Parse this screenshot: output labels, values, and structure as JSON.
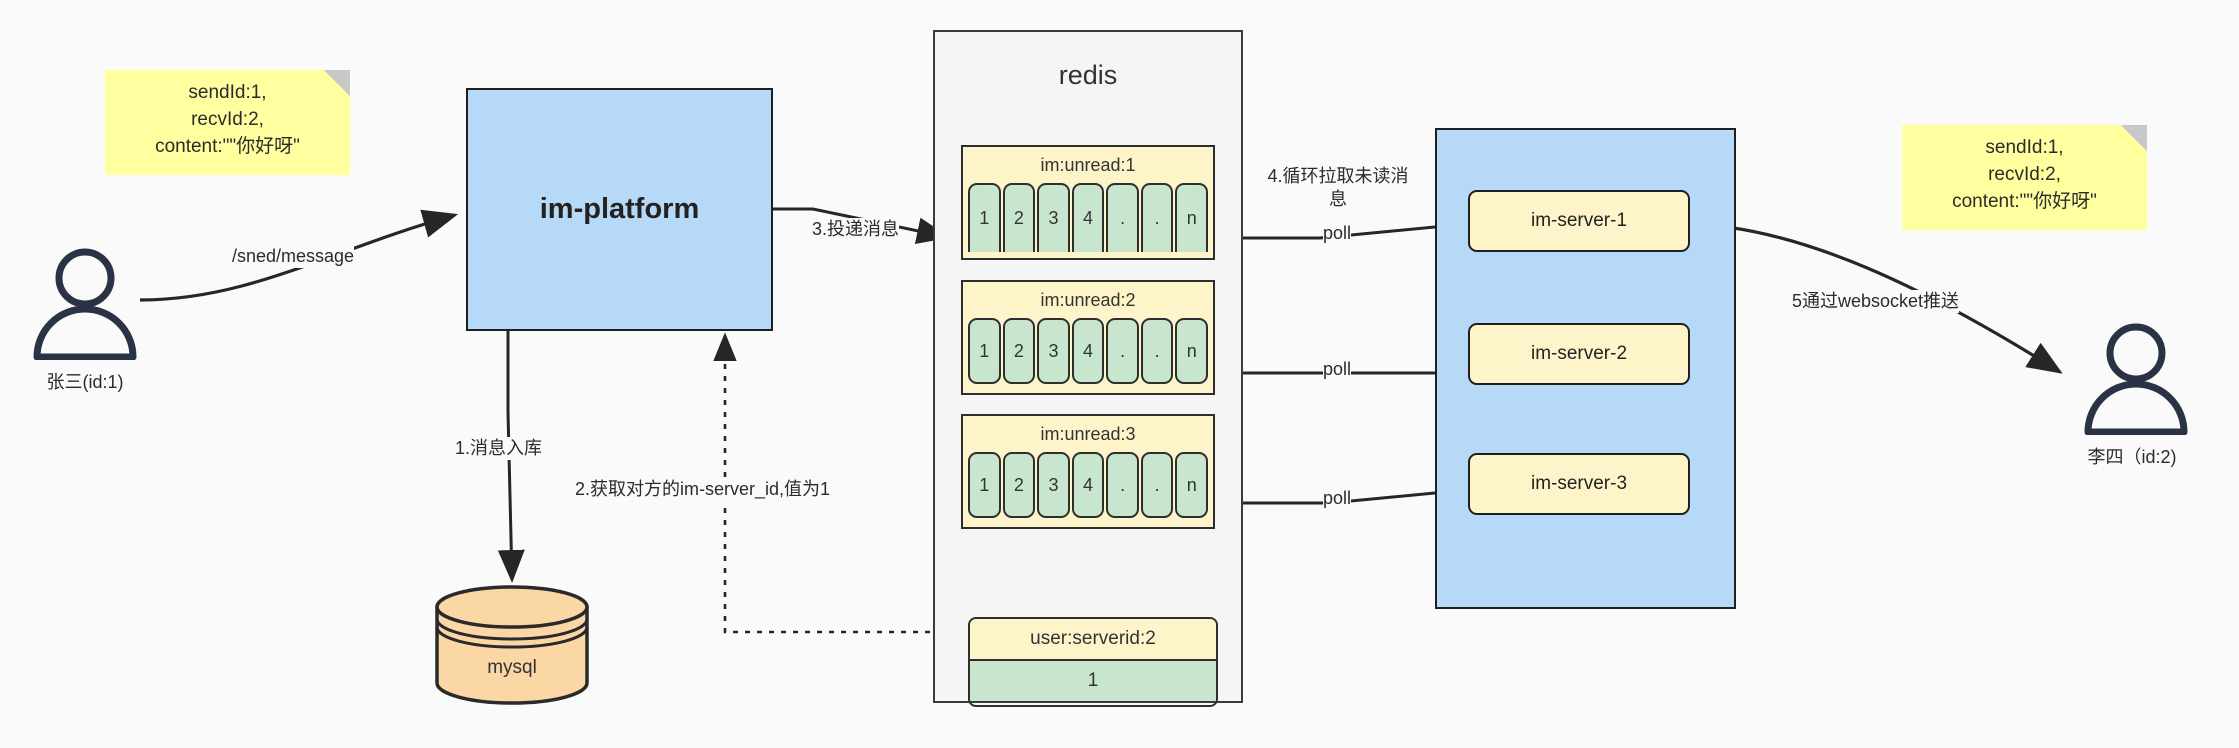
{
  "diagram": {
    "title": "IM message flow",
    "colors": {
      "note_yellow": "#ffffa0",
      "platform_blue": "#b5d9f7",
      "key_yellow": "#fdf5c9",
      "cell_green": "#c8e6ce",
      "mysql_orange": "#fbd7a5",
      "stroke": "#2e2e2e",
      "background": "#fafafa"
    }
  },
  "notes": {
    "left": "sendId:1,\nrecvId:2,\ncontent:\"\"你好呀\"",
    "right": "sendId:1,\nrecvId:2,\ncontent:\"\"你好呀\""
  },
  "actors": {
    "sender": {
      "label": "张三(id:1)",
      "icon": "user-icon"
    },
    "receiver": {
      "label": "李四（id:2)",
      "icon": "user-icon"
    }
  },
  "platform": {
    "label": "im-platform"
  },
  "database": {
    "label": "mysql",
    "icon": "database-cylinder-icon"
  },
  "redis": {
    "title": "redis",
    "lists": [
      {
        "key": "im:unread:1",
        "cells": [
          "1",
          "2",
          "3",
          "4",
          ".",
          ".",
          "n"
        ]
      },
      {
        "key": "im:unread:2",
        "cells": [
          "1",
          "2",
          "3",
          "4",
          ".",
          ".",
          "n"
        ]
      },
      {
        "key": "im:unread:3",
        "cells": [
          "1",
          "2",
          "3",
          "4",
          ".",
          ".",
          "n"
        ]
      }
    ],
    "kv": {
      "key": "user:serverid:2",
      "value": "1"
    }
  },
  "servers": [
    {
      "label": "im-server-1"
    },
    {
      "label": "im-server-2"
    },
    {
      "label": "im-server-3"
    }
  ],
  "edges": {
    "send_message": "/sned/message",
    "step1": "1.消息入库",
    "step2": "2.获取对方的im-server_id,值为1",
    "step3": "3.投递消息",
    "step4": "4.循环拉取未读消\n息",
    "poll1": "poll",
    "poll2": "poll",
    "poll3": "poll",
    "step5": "5通过websocket推送"
  }
}
